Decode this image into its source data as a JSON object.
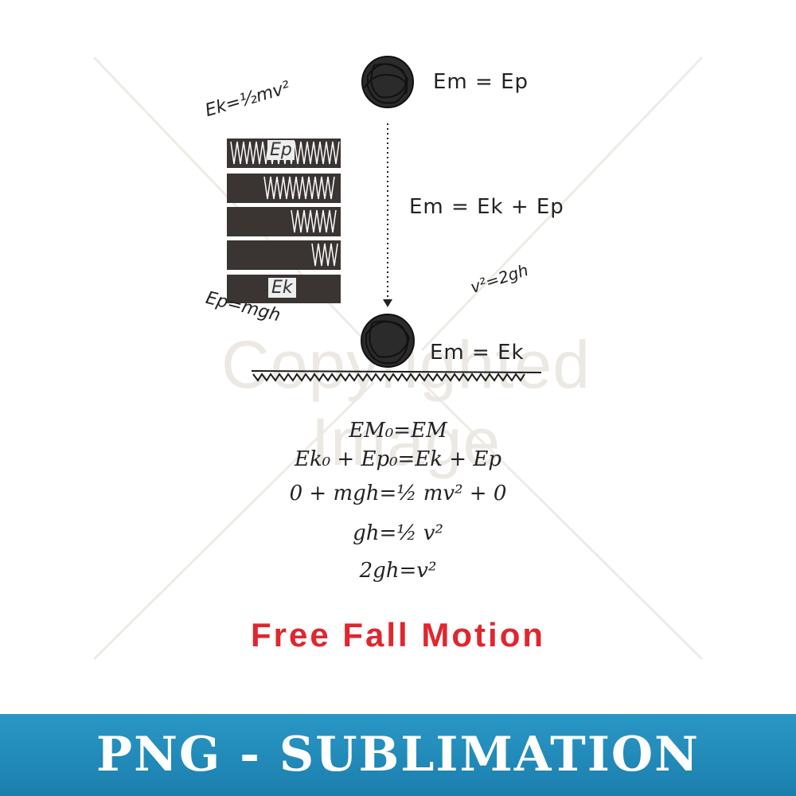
{
  "watermark": "Copyrighted Image",
  "diagram": {
    "top_label": "Em = Ep",
    "middle_label": "Em = Ek + Ep",
    "velocity_label": "v²=2gh",
    "bottom_label": "Em = Ek",
    "bar_top_label": "Ep",
    "bar_bottom_label": "Ek",
    "kinetic_formula": "Ek=½mv²",
    "potential_formula": "Ep=mgh"
  },
  "derivation": [
    "EM₀=EM",
    "Ek₀ + Ep₀=Ek + Ep",
    "0 + mgh=½ mv² + 0",
    "gh=½ v²",
    "2gh=v²"
  ],
  "title": "Free Fall Motion",
  "banner": "PNG - SUBLIMATION",
  "colors": {
    "title": "#e0262f",
    "banner": "#2281b3",
    "ink": "#222222",
    "bar": "#3a3432"
  }
}
